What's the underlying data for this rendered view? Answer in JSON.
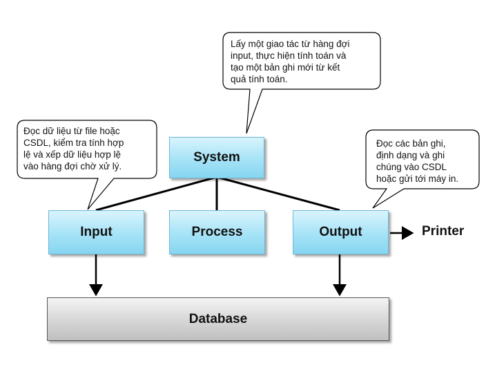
{
  "callouts": {
    "top": "Lấy một giao tác từ hàng đợi\ninput, thực hiện tính toán và\ntạo một bản ghi mới từ kết\nquả tính toán.",
    "left": "Đọc dữ liệu từ file hoặc\nCSDL, kiểm tra tính hợp\nlệ và xếp dữ liệu hợp lệ\nvào hàng đợi chờ xử lý.",
    "right": "Đọc các bản ghi,\nđịnh dạng và ghi\nchúng vào CSDL\nhoặc gửi tới máy in."
  },
  "boxes": {
    "system": "System",
    "input": "Input",
    "process": "Process",
    "output": "Output",
    "database": "Database"
  },
  "printer": "Printer"
}
